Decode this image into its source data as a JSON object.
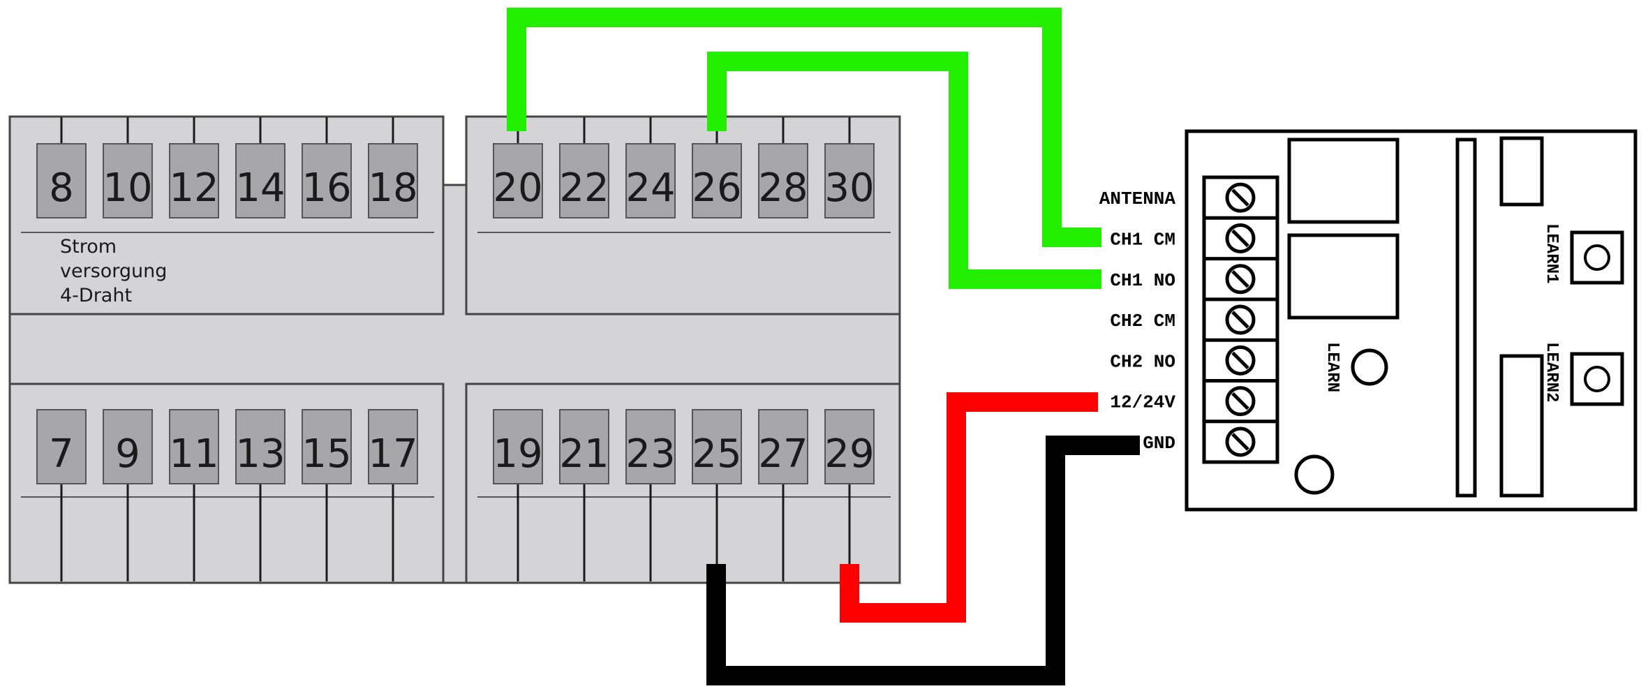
{
  "diagram": {
    "colors": {
      "wire_green": "#22ee00",
      "wire_red": "#ff0000",
      "wire_black": "#000000",
      "module_fill": "#d4d4d6",
      "terminal_fill": "#a7a7a9"
    },
    "din_module": {
      "top_left_terminals": [
        "8",
        "10",
        "12",
        "14",
        "16",
        "18"
      ],
      "top_right_terminals": [
        "20",
        "22",
        "24",
        "26",
        "28",
        "30"
      ],
      "bottom_left_terminals": [
        "7",
        "9",
        "11",
        "13",
        "15",
        "17"
      ],
      "bottom_right_terminals": [
        "19",
        "21",
        "23",
        "25",
        "27",
        "29"
      ],
      "label_lines": [
        "Strom",
        "versorgung",
        "4-Draht"
      ]
    },
    "receiver": {
      "pins": [
        "ANTENNA",
        "CH1 CM",
        "CH1 NO",
        "CH2 CM",
        "CH2 NO",
        "12/24V",
        "GND"
      ],
      "learn_label": "LEARN",
      "learn1_label": "LEARN1",
      "learn2_label": "LEARN2"
    },
    "wires": [
      {
        "from": "20",
        "to": "CH1 CM",
        "color": "green"
      },
      {
        "from": "26",
        "to": "CH1 NO",
        "color": "green"
      },
      {
        "from": "29",
        "to": "12/24V",
        "color": "red"
      },
      {
        "from": "25",
        "to": "GND",
        "color": "black"
      }
    ]
  }
}
